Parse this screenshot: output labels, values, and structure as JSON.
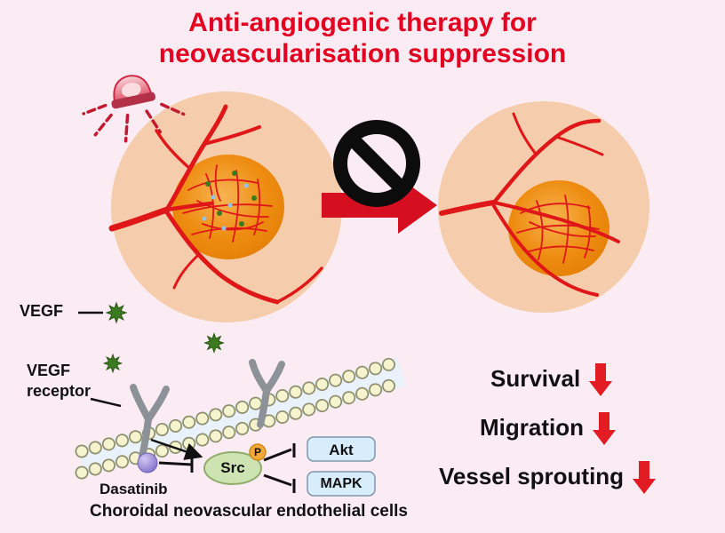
{
  "title": {
    "line1": "Anti-angiogenic therapy for",
    "line2": "neovascularisation suppression"
  },
  "pathway": {
    "vegf_label": "VEGF",
    "receptor_label": "VEGF receptor",
    "dasatinib_label": "Dasatinib",
    "src_label": "Src",
    "phospho_label": "P",
    "akt_label": "Akt",
    "mapk_label": "MAPK",
    "caption": "Choroidal neovascular endothelial cells"
  },
  "outcomes": [
    {
      "label": "Survival",
      "direction": "down"
    },
    {
      "label": "Migration",
      "direction": "down"
    },
    {
      "label": "Vessel sprouting",
      "direction": "down"
    }
  ],
  "icons": {
    "prohibition": "no-entry-sign",
    "light_source": "irradiation-lamp",
    "down_arrow": "red-decrease-arrow",
    "vegf": "green-star",
    "dasatinib": "purple-sphere",
    "blocked_arrow": "red-right-arrow"
  },
  "colors": {
    "background": "#fbecf4",
    "title_red": "#e30020",
    "vessel_red": "#e01718",
    "eye_peach": "#f6cdac",
    "cnv_orange": "#ee8d12",
    "arrow_red": "#d50f1f",
    "box_blue": "#d8edfb",
    "star_green": "#3c7a1f",
    "dasatinib_purple": "#9b8cd9",
    "membrane_cream": "#f6f3cf"
  }
}
